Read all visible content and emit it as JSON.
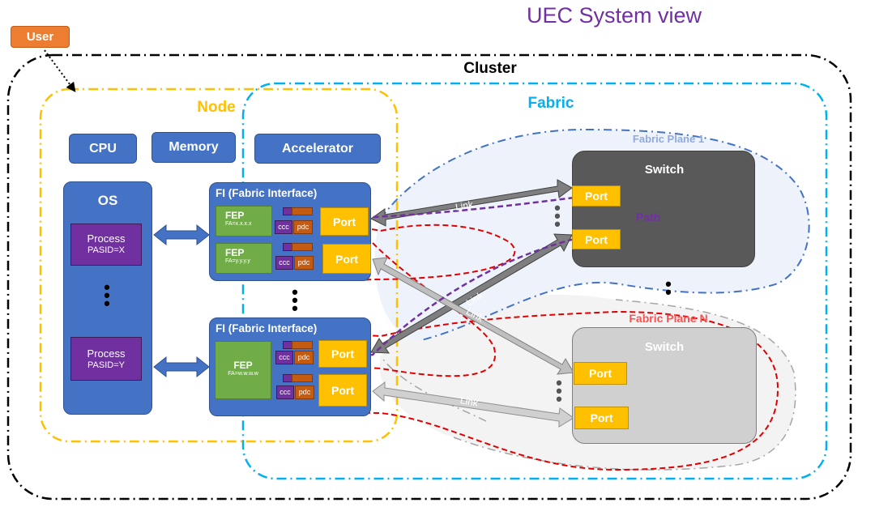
{
  "title": "UEC System view",
  "user": "User",
  "cluster": "Cluster",
  "node": "Node",
  "fabric": "Fabric",
  "cpu": "CPU",
  "memory": "Memory",
  "accelerator": "Accelerator",
  "os": {
    "label": "OS",
    "process_1": {
      "label": "Process",
      "pasid": "PASID=X"
    },
    "process_2": {
      "label": "Process",
      "pasid": "PASID=Y"
    }
  },
  "fi_1": {
    "title": "FI (Fabric Interface)",
    "fep_1": {
      "label": "FEP",
      "addr": "FA=x.x.x.x"
    },
    "fep_2": {
      "label": "FEP",
      "addr": "FA=y.y.y.y"
    }
  },
  "fi_2": {
    "title": "FI (Fabric Interface)",
    "fep": {
      "label": "FEP",
      "addr": "FA=w.w.w.w"
    }
  },
  "ccc": "ccc",
  "pdc": "pdc",
  "port": "Port",
  "plane_1": {
    "label": "Fabric Plane 1",
    "switch": "Switch",
    "path": "Path"
  },
  "plane_n": {
    "label": "Fabric Plane N",
    "switch": "Switch"
  },
  "link": "Link",
  "colors": {
    "blue": "#4472c4",
    "green": "#70ad47",
    "orange": "#ed7d31",
    "yellow": "#ffc000",
    "purple": "#7030a0",
    "red": "#e00000",
    "node": "#ffc000",
    "fabric": "#00b0f0"
  }
}
